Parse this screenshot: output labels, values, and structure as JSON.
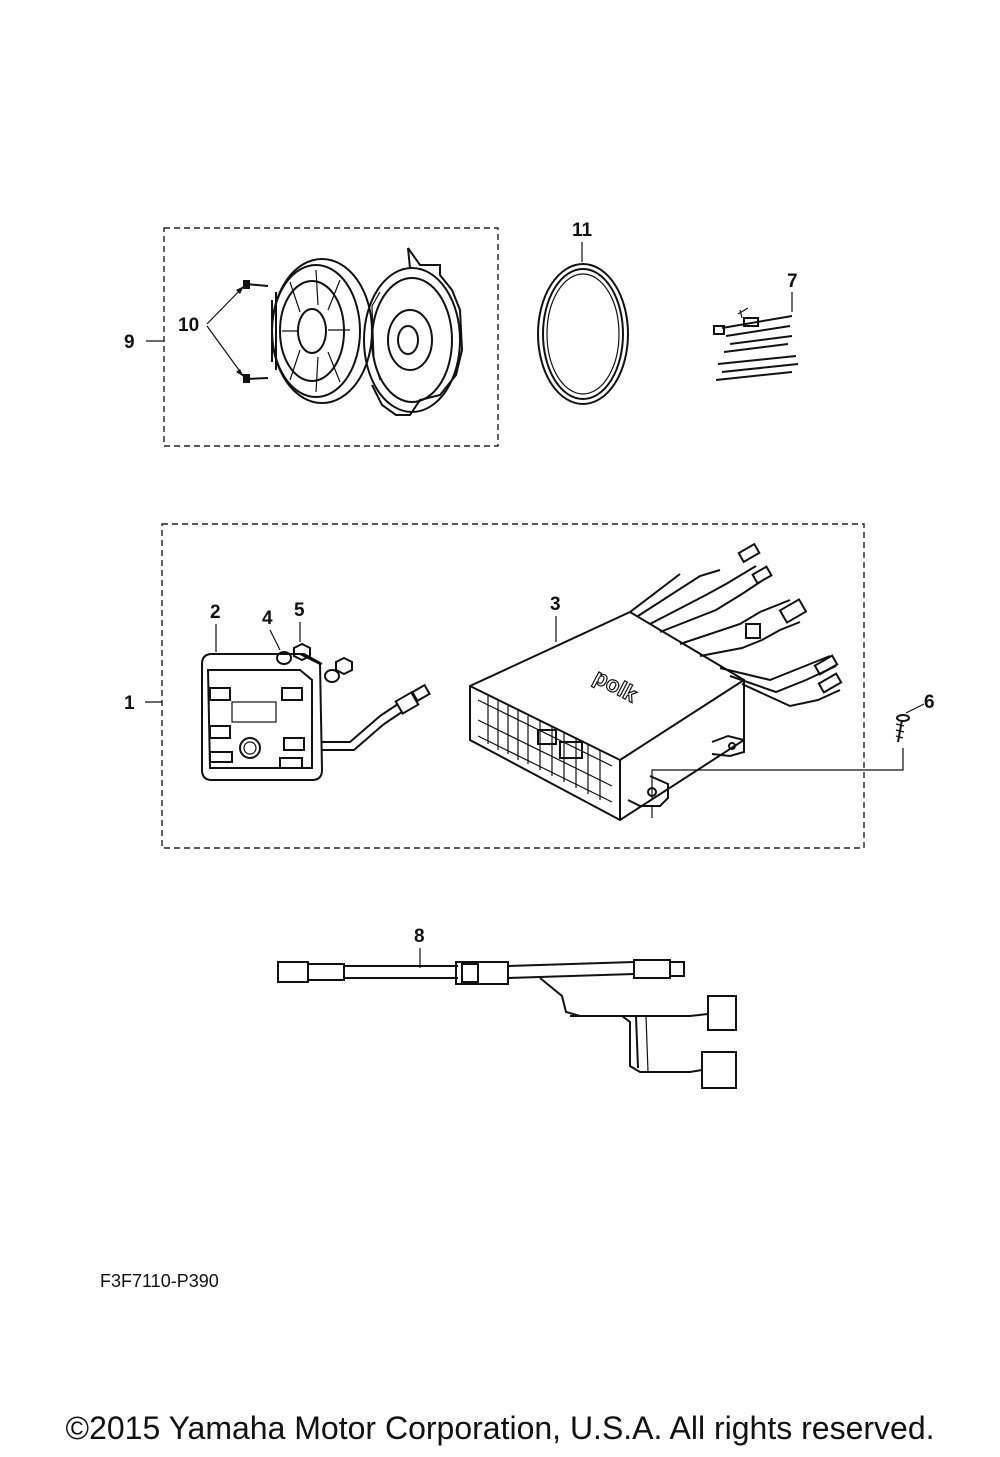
{
  "callouts": {
    "c1": "1",
    "c2": "2",
    "c3": "3",
    "c4": "4",
    "c5": "5",
    "c6": "6",
    "c7": "7",
    "c8": "8",
    "c9": "9",
    "c10": "10",
    "c11": "11"
  },
  "amp_brand": "polk",
  "part_code": "F3F7110-P390",
  "copyright": "©2015 Yamaha Motor Corporation, U.S.A. All rights reserved."
}
